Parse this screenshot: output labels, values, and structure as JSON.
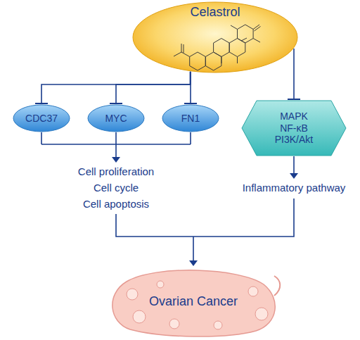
{
  "diagram": {
    "nodes": [
      {
        "text": [
          "Celastrol"
        ]
      },
      {
        "text": [
          "CDC37"
        ]
      },
      {
        "text": [
          "MYC"
        ]
      },
      {
        "text": [
          "FN1"
        ]
      },
      {
        "text": [
          "MAPK",
          "NF-κB",
          "PI3K/Akt"
        ]
      },
      {
        "text": [
          "Ovarian Cancer"
        ]
      }
    ],
    "edges": [
      {
        "from": 0,
        "to": 1,
        "arrow": "to"
      },
      {
        "from": 0,
        "to": 2,
        "arrow": "to"
      },
      {
        "from": 0,
        "to": 3,
        "arrow": "to"
      },
      {
        "from": 0,
        "to": 4,
        "arrow": "to"
      }
    ],
    "labels": [
      "Cell proliferation",
      "Cell cycle",
      "Cell apoptosis",
      "Inflammatory pathway"
    ]
  }
}
